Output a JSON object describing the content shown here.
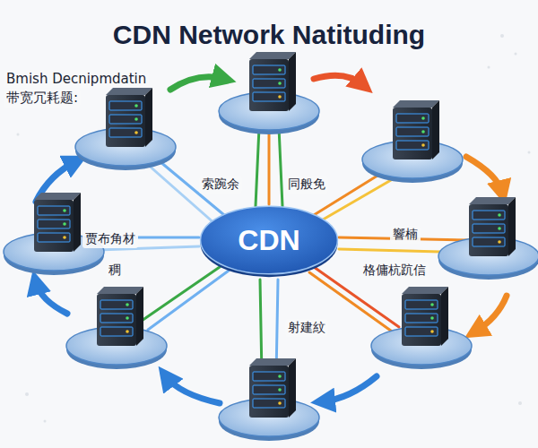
{
  "diagram": {
    "title": "CDN Network Natituding",
    "nodes": [
      {
        "text": [
          "CDN"
        ]
      }
    ],
    "labels": [
      "Bmish Decnipmdatin",
      "带宽冗耗题:",
      "索踠余",
      "同般免",
      "贾布角材",
      "稠",
      "響楠",
      "格傭杭䟘信",
      "射建紋"
    ]
  }
}
